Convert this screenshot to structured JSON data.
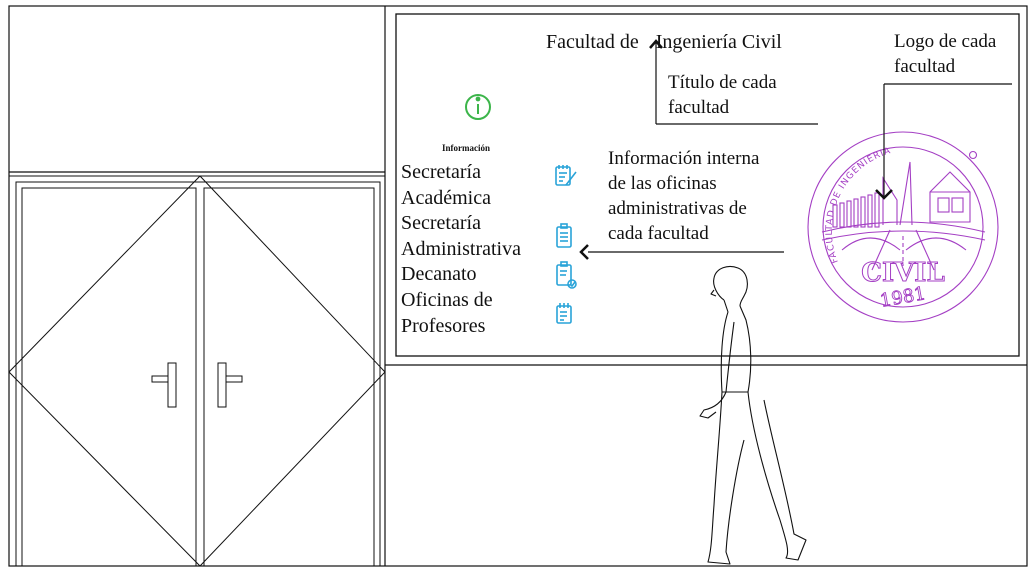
{
  "sign": {
    "title_prefix": "Facultad de",
    "title_suffix": "Ingeniería Civil",
    "info_heading": "Información",
    "offices": [
      "Secretaría",
      "Académica",
      "Secretaría",
      "Administrativa",
      "Decanato",
      "Oficinas de",
      "Profesores"
    ]
  },
  "annotations": {
    "title_note": [
      "Título de cada",
      "facultad"
    ],
    "logo_note": [
      "Logo de cada",
      "facultad"
    ],
    "info_note": [
      "Información interna",
      "de las oficinas",
      "administrativas de",
      "cada facultad"
    ]
  },
  "logo": {
    "ring_top": "FACULTAD DE INGENIERIA",
    "center": "CIVIL",
    "year": "1981"
  },
  "colors": {
    "line": "#111111",
    "info_icon": "#3cb54a",
    "office_icons": "#29a3d8",
    "logo": "#a43fc4"
  },
  "icons": [
    "info-circle-icon",
    "edit-notes-icon",
    "clipboard-list-icon",
    "clipboard-check-icon",
    "calendar-list-icon"
  ]
}
